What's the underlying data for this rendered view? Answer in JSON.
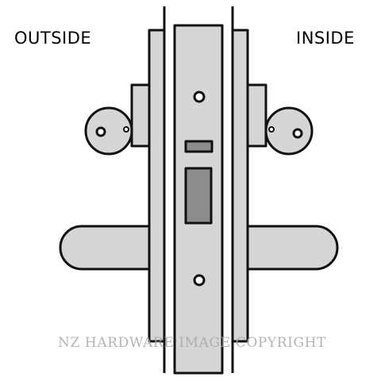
{
  "labels": {
    "outside": "OUTSIDE",
    "inside": "INSIDE"
  },
  "watermark": "NZ HARDWARE IMAGE COPYRIGHT",
  "colors": {
    "part_fill": "#d6d6d6",
    "cutout_fill": "#8c8c8c",
    "outline": "#111111",
    "watermark": "#a8a8a8",
    "background": "#ffffff"
  }
}
